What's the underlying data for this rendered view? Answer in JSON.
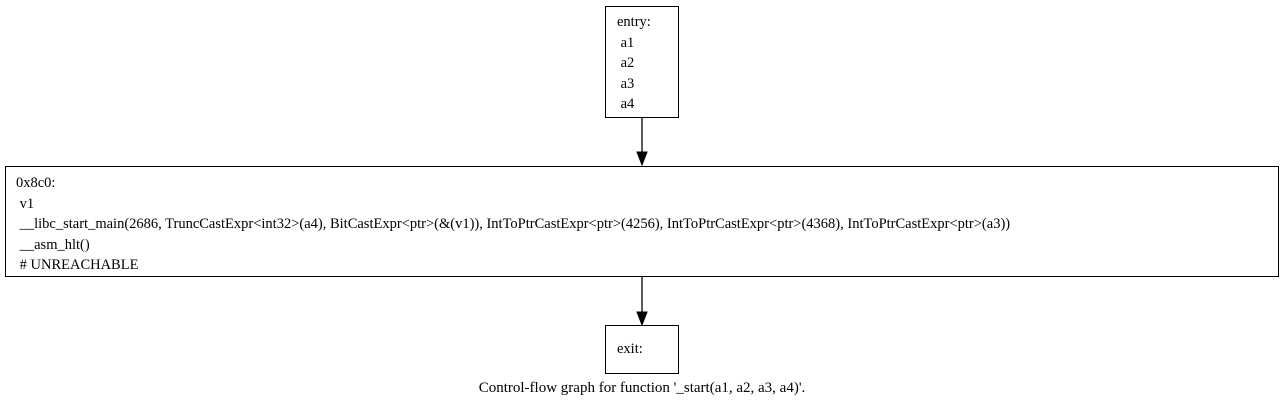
{
  "graph": {
    "nodes": {
      "entry": {
        "lines": [
          "entry:",
          " a1",
          " a2",
          " a3",
          " a4"
        ]
      },
      "block": {
        "lines": [
          "0x8c0:",
          " v1",
          " __libc_start_main(2686, TruncCastExpr<int32>(a4), BitCastExpr<ptr>(&(v1)), IntToPtrCastExpr<ptr>(4256), IntToPtrCastExpr<ptr>(4368), IntToPtrCastExpr<ptr>(a3))",
          " __asm_hlt()",
          " # UNREACHABLE"
        ]
      },
      "exit": {
        "lines": [
          "exit:"
        ]
      }
    },
    "edges": [
      {
        "from": "entry",
        "to": "block"
      },
      {
        "from": "block",
        "to": "exit"
      }
    ],
    "caption": "Control-flow graph for function '_start(a1, a2, a3, a4)'."
  }
}
